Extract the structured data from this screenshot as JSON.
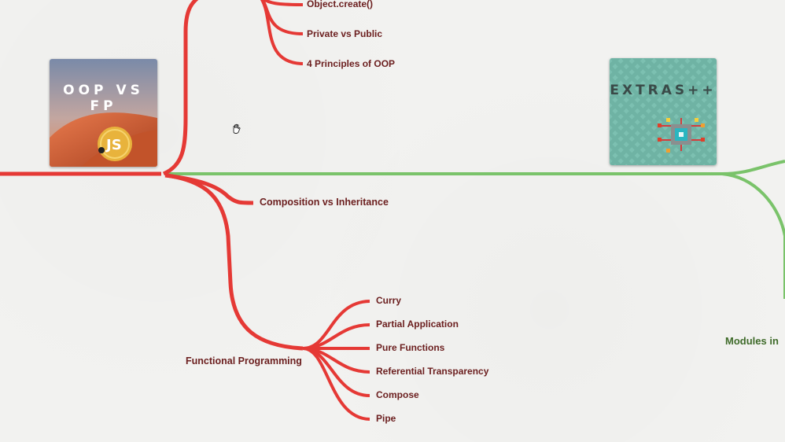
{
  "colors": {
    "red_branch": "#e53935",
    "green_branch": "#7ac36a",
    "node_text": "#6b1e1e",
    "green_text": "#3f6b2a",
    "background": "#f2f2f0"
  },
  "thumbnails": {
    "oop_fp": {
      "title": "OOP VS FP",
      "badge": "JS"
    },
    "extras": {
      "title": "EXTRAS++"
    }
  },
  "nodes": {
    "object_create": "Object.create()",
    "private_public": "Private vs Public",
    "four_principles": "4 Principles of OOP",
    "composition": "Composition vs Inheritance",
    "functional_programming": "Functional Programming",
    "fp_children": [
      "Curry",
      "Partial Application",
      "Pure Functions",
      "Referential Transparency",
      "Compose",
      "Pipe"
    ],
    "modules": "Modules in"
  },
  "icons": {
    "cursor": "grab-hand-icon"
  }
}
